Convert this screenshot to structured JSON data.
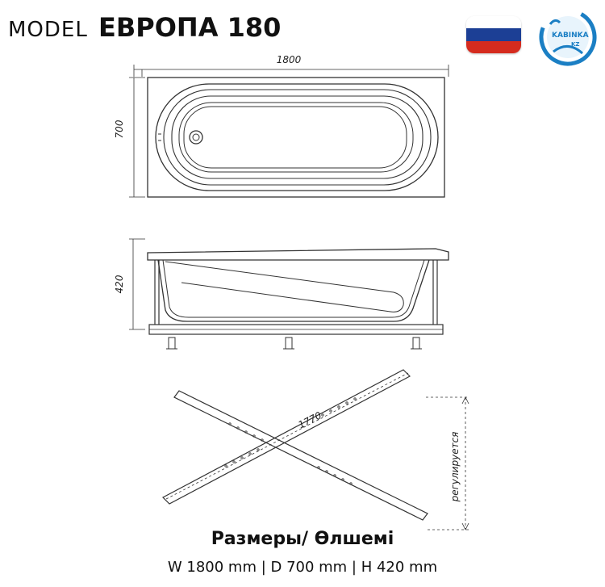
{
  "header": {
    "model_label": "MODEL",
    "model_name": "ЕВРОПА 180"
  },
  "brand": {
    "name": "KABINKA",
    "domain": "KZ",
    "color": "#1b7fc4",
    "icon": "kabinka-logo-icon"
  },
  "flag": {
    "icon": "russia-flag-icon",
    "colors": [
      "#ffffff",
      "#1c3f95",
      "#d52b1e"
    ]
  },
  "top_view": {
    "length_label": "1800",
    "width_label": "700"
  },
  "side_view": {
    "height_label": "420"
  },
  "frame_view": {
    "diagonal_label": "1770",
    "adjust_label": "регулируется"
  },
  "footer": {
    "title": "Размеры/ Өлшемі",
    "dimensions": "W 1800 mm | D 700 mm | H 420 mm"
  }
}
